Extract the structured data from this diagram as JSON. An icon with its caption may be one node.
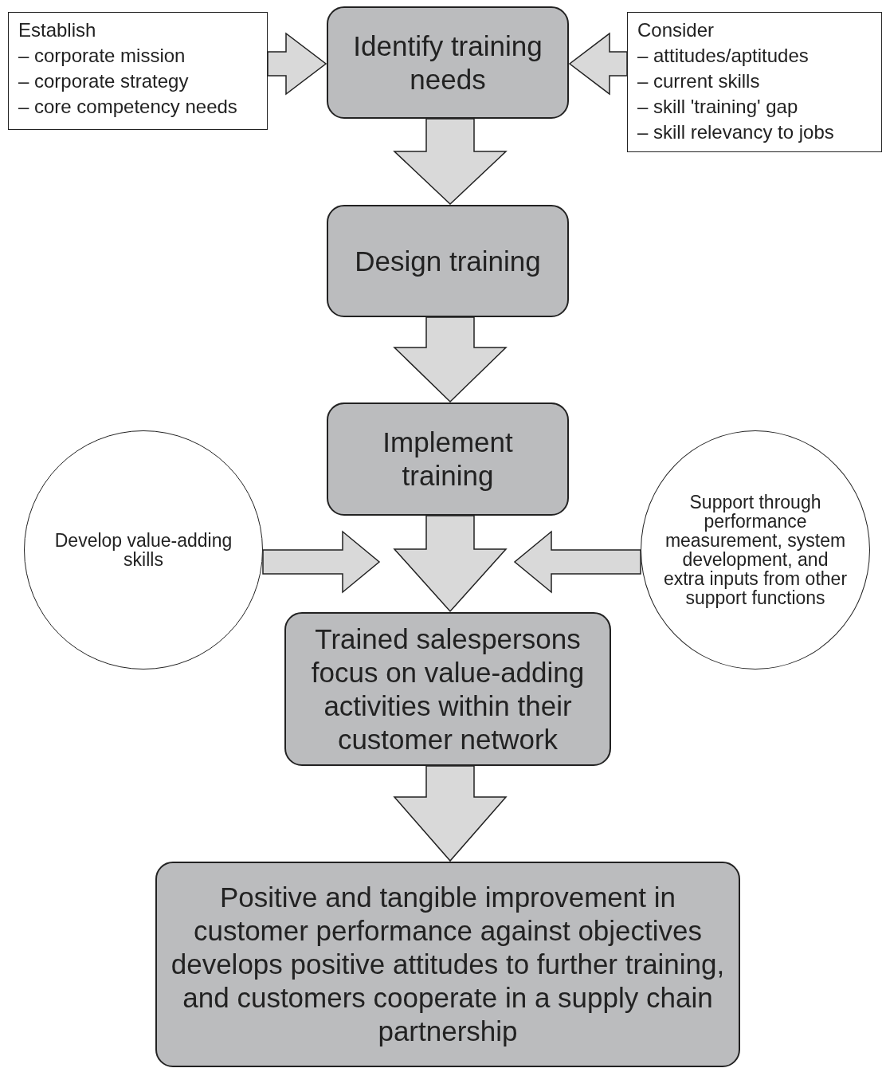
{
  "diagram": {
    "nodes": [
      {
        "text": [
          "Establish",
          "– corporate mission",
          "– corporate strategy",
          "– core competency needs"
        ]
      },
      {
        "text": [
          "Identify training needs"
        ]
      },
      {
        "text": [
          "Consider",
          "– attitudes/aptitudes",
          "– current skills",
          "– skill 'training' gap",
          "– skill relevancy to jobs"
        ]
      },
      {
        "text": [
          "Design training"
        ]
      },
      {
        "text": [
          "Implement training"
        ]
      },
      {
        "text": [
          "Develop value-adding skills"
        ]
      },
      {
        "text": [
          "Support through performance measurement, system development, and extra inputs from other support functions"
        ]
      },
      {
        "text": [
          "Trained salespersons focus on value-adding activities within their customer network"
        ]
      },
      {
        "text": [
          "Positive and tangible improvement in customer performance against objectives develops positive attitudes to further training, and customers cooperate in a supply chain partnership"
        ]
      }
    ],
    "edges": [
      {
        "from": 0,
        "to": 1,
        "arrow": "to"
      },
      {
        "from": 2,
        "to": 1,
        "arrow": "to"
      },
      {
        "from": 1,
        "to": 3,
        "arrow": "to"
      },
      {
        "from": 3,
        "to": 4,
        "arrow": "to"
      },
      {
        "from": 4,
        "to": 7,
        "arrow": "to"
      },
      {
        "from": 5,
        "to": 7,
        "arrow": "to"
      },
      {
        "from": 6,
        "to": 7,
        "arrow": "to"
      },
      {
        "from": 7,
        "to": 8,
        "arrow": "to"
      }
    ]
  }
}
